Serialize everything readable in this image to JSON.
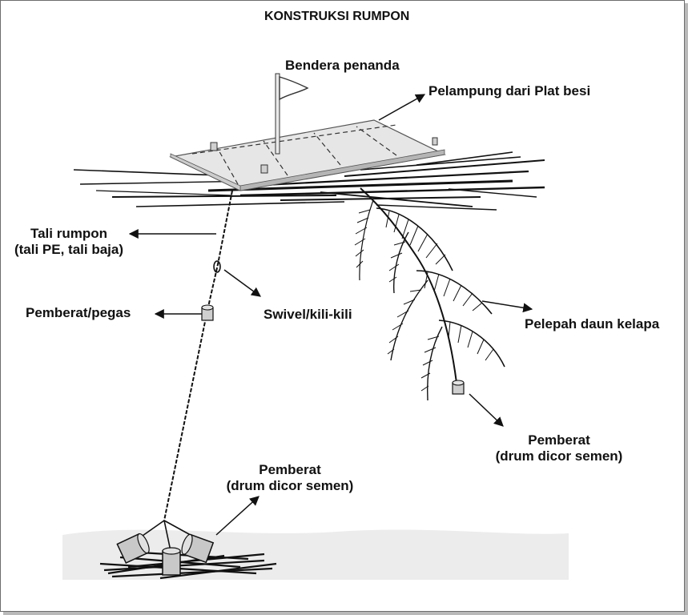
{
  "diagram": {
    "title": "KONSTRUKSI RUMPON",
    "labels": {
      "flag": "Bendera penanda",
      "float": "Pelampung dari Plat besi",
      "rope_line1": "Tali rumpon",
      "rope_line2": "(tali PE, tali baja)",
      "weight_spring": "Pemberat/pegas",
      "swivel": "Swivel/kili-kili",
      "frond": "Pelepah daun kelapa",
      "frond_weight_line1": "Pemberat",
      "frond_weight_line2": "(drum dicor semen)",
      "anchor_line1": "Pemberat",
      "anchor_line2": "(drum dicor semen)"
    }
  },
  "colors": {
    "ink": "#111111",
    "float_top": "#e6e6e6",
    "float_side": "#b5b5b5",
    "seabed": "#ececec",
    "drum": "#cfcfcf"
  }
}
